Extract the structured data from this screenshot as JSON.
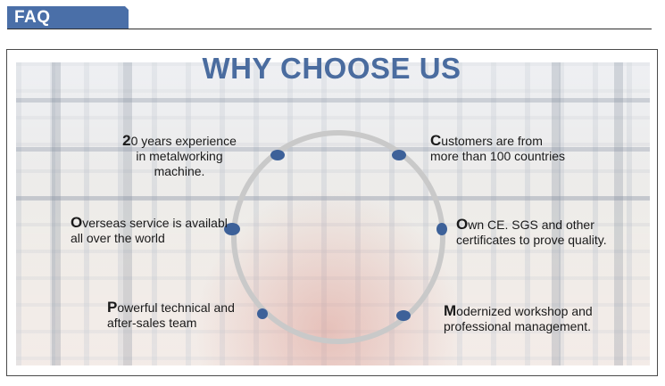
{
  "header": {
    "tab_label": "FAQ"
  },
  "panel": {
    "title": "WHY CHOOSE US",
    "features": [
      {
        "initial": "2",
        "line1": "0 years experience",
        "line2": "in metalworking",
        "line3": "machine."
      },
      {
        "initial": "C",
        "line1": "ustomers are from",
        "line2": "more than 100 countries"
      },
      {
        "initial": "O",
        "line1": "verseas service is availabl",
        "line2": "all over the world"
      },
      {
        "initial": "O",
        "line1": "wn CE. SGS and other",
        "line2": "certificates to prove quality."
      },
      {
        "initial": "P",
        "line1": "owerful technical and",
        "line2": "after-sales team"
      },
      {
        "initial": "M",
        "line1": "odernized workshop and",
        "line2": "professional management."
      }
    ]
  },
  "colors": {
    "accent": "#4a6fa8",
    "title": "#4a6c9f",
    "dot": "#3d6199"
  }
}
